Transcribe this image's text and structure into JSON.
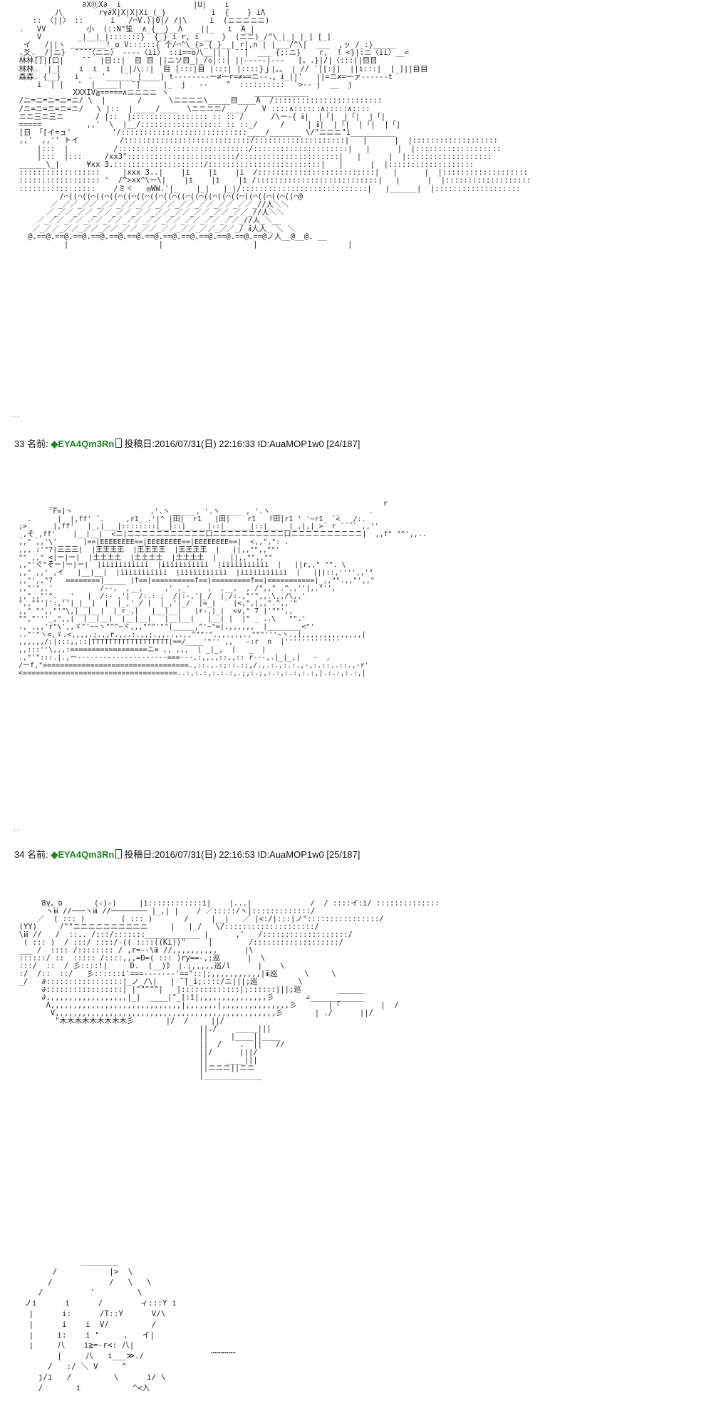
{
  "posts": [
    {
      "number": "33",
      "name_label": "名前:",
      "trip": "◆EYA4Qm3Rn",
      "date_label": "投稿日:",
      "date": "2016/07/31(日) 22:16:33",
      "id": "ID:AuaMOP1w0",
      "count": "[24/187]"
    },
    {
      "number": "34",
      "name_label": "名前:",
      "trip": "◆EYA4Qm3Rn",
      "date_label": "投稿日:",
      "date": "2016/07/31(日) 22:16:53",
      "id": "ID:AuaMOP1w0",
      "count": "[25/187]"
    }
  ],
  "separators": [
    "..",
    ".."
  ],
  "ellipsis": "………………",
  "art": {
    "town": "                ∂X⑪X∂__i                |U|    i\n          八        rγ∂X|X|X|Xi_(_}          i  {    } iΛ\n     :: 〈||〉 ::      i   /⌒V.)|0|/ /|\\     i  (ニニニニニ)\n  .   VV         小  (::N\"笙__∧_{__}__Λ   _||_   i  A_|\n      V        _|__|_|:::::::}  {_}_i r, i __  }  (ニニ)_/^\\_|_| |_] [_]\n   イ   /||ヽ ________!_o V::::::{ 个/⌒^\\_{>_{_}__| r|,n | |___/^\\|  ___  ,ッ /_:}_____\n  .爻.__/|ニ}  ̄ ̄ ̄ ̄〈ニニ〉 ----〈ii〉 ::i==o八__|| | ̄ ̄ ̄|  ___ {;:ニ}    r,  ! <}|:ニ〈ii〉__<\n  林林[]|[口|    ̄ ̄   |日::|  目 目 ||ニソ目_|_/◇|::| ||-----|---   [。.}|/|〈:::||目目\n  林林.  |_[    i  i  i  |_|八::| ̄ ̄目 ̄|:::|目 |:::| |::::}ｊ|。。 | // ̄ ̄|[:|]  ||i:::|  [_]||目目\n  森森. {__}   i  .  '______ [____] t--------ー≠一r=≠==ニ--.。i_||'   ||=ニ≠=一ァ------t\n      i  | |   '  |_____|  ̄ ̄|     |_  j   --    ^  ::::::::::  `>-- j  __  j\n              XXXIV≧=====∧ニニニニ ヽ                   ____________\n  /ニ=ニ=ニ=ニ=ニ/ \\  |       /      \\ニニニニ\\_____目____A  /::::::::::::::::::::::::\n  /ニ=ニ=ニ=ニ=ニ/   \\ |::  |_____/____  \\ニニニニ/____/   V ::::∧::::::∧:::::∧::::\n  ニニ三ニ三ニ       / |::  |::::::::::::::::: :: :: /      /\\ー-{ ⅱ|  |「|  |「|  |「|\n  =====          ,,'  \\  |__/:::::::::::::::::: :: ::_/     /     | ⅱ|  |「|  |「|  |「|\n  [日 「[イ=ュ'         ‘/::::::::::::::::::::::::::::____/_______ \\/\"ニニニ\"i__________\n  ,,'  ,,'' トイ         /::::::::::::::::::::::::::::/::::::::::::::::::::|   |      |  |:::::::::::::::::::\n      |:::  |          /:::::::::::::::::::::::::::::/:::::::::::::::::::::|   |      |  |:::::::::::::::::::\n      |:::  |:::     /xx3\"::::::::::::::::::::::::/::::::::::::::::::::::|   |      |  |:::::::::::::::::::\n  ______\\_|      ¥xx 3.::::::::::::::::::::/:::::::::::::::::::::::::|   |      |  |:::::::::::::::::::\n  ::::::::::::::::::     |xxx 3..|    |i    |i    |i  /::::::::::::::::::::::::::|   |      |  |:::::::::::::::::::\n  :::::::::::::::::: '  /^>xx^\\ー\\|    |i    |i    |i /:::::::::::::::::::::::::::|   |      |  |:::::::::::::::::::\n  :::::::::::::::::    /ミヾ   ◎WW.'|_    |_|   |_|/::::::::::::::::::::::::::::|   |______|  |:::::::::::::::::::\n           /⌒((⌒((⌒((⌒((⌒((⌒((⌒((⌒((⌒((⌒((⌒((⌒((⌒((⌒((⌒((⌒((⌒((⌒@\n         ／_／／_／／_／／_／／_／／_／／_／／_／／_／／_／／_//人＼＼\n        ／_／／_／／_／／_／／_／／_／／_／／_／／_／／_／／_//人＼＼\n      ／_／／_／／_／／_／／_／／_／／_／／_／／_／／_／／_//人_＼__\n     ／_／／_／／_／／_／／_／／_／／_／／_／／_／／_／／_/ ⅱ人人_ ＼ ＼\n    @.==@.==@.==@.==@.==@.==@.==@.==@.==@.==@.==@.==@.==@ノ人__@__@. __\n            |                    |                    |                    |",
    "building": "         __                                                                            r\n         'F=]ヽ                  ,'.ヽ______, '.ヽ_____ , '.ヽ___                    .\n    .      |  |,ff' ˇ.     ,r1_ .'|^ |田|  r1   |田|    r1   !田|r1 ' '~r1_ ̄ ̄<  _/:.\n  ;>      |,ff'   |_,|___|::::::::|__|::|_____|::|______|::|_____|_,|,|_>  r ̄ ̄ ̄ ̄  ,,''\n  _,そ_,ff'    |__|__|  <ニ|ニニニニニニニニニニニ口ニニニニニニニニニニ口ニニニニニニニニニニ|  ,,f\" \"^',,..\n  ,,\" ,,'\\'      |==|EEEEEEEE==|EEEEEEEE==|EEEEEEEE==|  <,,\",\": .\n  ,,, :'\"7|三三三|  |王王王王  |王王王王  |王王王王  |   ||,,\"\",,\"\"'\n  \"\" ,,\" <|ー|ー|  |土土土土  |土土土土  |土土土土  |   ||,,\"\",,\"\"\n  ,,\"'ぐ\"そー|ー|ー|  |iiiiiiiiiii  |iiiiiiiiiii  |iiiiiiiiiii  |   ||r,,\" \"\". \\\n  ,,\" ,,' ,イ   |__|__|  |iiiiiiiiiii  |iiiiiiiiiii  |iiiiiiiiiii  |   |||::,'''',,'\"\n  ,,\"',,\"7   ========|_____ |f==|==========f==|=========f==|===========|_,,\"\".,,\"',,\"\n  ,,\"'\",,'           /--,  ,__,     ,' ,_'    ,  ,__,  , /\",,\" .^,,''|,.\"'',\n  ,,\",,\"'^. __'   |  /:- ,'|  /:.: ;  /|:-,'|_/  |_/:.,\"'\",,.\\,,/\\,,'\n  \",,\"\"'|':,''|_|__|  |  |_,'_/ |  |_,'|_/  |=_|    |<,\",|,,\".^,,'\"\n  ,,\" \"',,\"'\"\\,|__|__|  |_r_,|   |__|__|   |r-,|_|  <v,\" 7 |'\"\"',,\n  \"\",\"'''_,\",,|  |__|__|  |__|__|   |__|__|   |__| |  |\" _ ..\\   \"\".'\n  ., ,,,'r\"\\',,ゞ^'~~ヽ\"^^~ヾ,,,\"^^'\"^|_____,^'~\"=|.,,,,,,  |________<\"'\n  ..\"'\"ヽ<,ゞ.<,,,,.;.,,r.,,.:.,,;.,,..,.,,^\"\"'\".,,.,,,.,\"\"\"'''~ヽ.,|,,,,,,,,,,,,,,|\n  ,,,,,,/:|:::,,::|TTTTTTTTTTTTTTTTTT|==/____'\"'' ,,   -:r  n  |'''''''''''''\n  ,,:::''\\,,,:==================ニ= ,, ,,,  | _|_,  |   _  |\n  .,\"'\":::.|.,ー---------------------===---,:,,,,::,,:: r---,.|_|_,|   -  ,\n  /ーf,\"==================================.,::.,.:;::.:;,/.,.:.,:.:.,-,:.::..::.,-r'\n  <====================================..:,:.:,:.:.:,.;,:.;,:.:,:.:,:.:,|.:.:,:.:,|",
    "sunbath": "       8γ。o       (☆)☆)     |i::::::::::::i|    |...|             /  / ::::イ:i/ ::::::::::::::\n        ヽⅲ //───ヽⅲ //──────── |_,| |    / ／:::::/ヽ|:::::::::::::/\n      ／  ( ::: )        ( ::: )       /     |__|   ／ |<:/|:::|ノ\"::::::::::::::::/\n  (YY)     /\"\"ニニニニニニニニニニ     |   |_/   \\/::::::::::::::::::::/\n  \\ⅲ //   /  ::.. /:::/:::::::____________ |_     ,'   /:::::::::::::::::::/\n   ( ::: )  / :::/ ::::/-(( ::::((Ki))\"     |        /:::::::::::::::::::/\n  ___ /  :::: /:::::::: / ,r=--\\ⅲ //,,,,,,,,,,      |\\\n  ::::::/ ::  ::::: /::::,,,=Ð=( ::: )ry==-,;巡      |  \\\n  :::/  ::  / 彡::::!|     Ð.  (__)》 |.;,,,,,巡/l      |    \\\n  :/  /::  ::/   彡::::::i'===-------'==\"::|;,,,,,,,,,,,|ⅲ巡      \\     \\\n  _/   ∂:::::::::::::::::|_ノ_/\\|   | ̄ ̄|_i;::::/ニ|||;巡         \\\n       ∂:::::::::::::::::| |\"\"\"^^|   |:::::::::::::|;::::::|||;巡        ______\n       ∂,,,,,,,,,,,,,,,,,,|_|  ____|\"_[:ī|,,,,,,,,,,,,,,,彡       ∠____________\n        Λ,,,,,,,,,,,,,,,,,,,,,,,,,,,,,|,,,,,,,|,,,,,,,,,,,,,,,彡       |「         |  /\n         V,,,,,,,,,,,,,,,,,,,,,,,,,,,,,,,,,,,,,,,,,,,,,,,,,彡       | ./      ||/\n          \"木木木木木木木木木彡       |/  /     ||/\n                                          ||./    _____|||\n                                          ||     |____||____\n                                          ||  /    .  ||   //\n                                          ||/      |||/\n                                          ||    ____|||\n                                          ||ニニニ||ニニ\n                                          |_____________",
    "figure": "               ________\n         /           |>  \\\n        /            /   \\   \\\n      /          '         \\\n   ノi      i      /        ィ:::Y i\n    |      i:      /T::Y      V/\\\n    |      i    i  V/         /\n    |     i:    i \"     ,   イ|\n    |     八    i≧=-r<: 八|\n          |     八   i___≫./\n        /   :/ ＼ V     ^\n      j/i   /         \\      i/ \\\n      /       i           ^<入"
  }
}
